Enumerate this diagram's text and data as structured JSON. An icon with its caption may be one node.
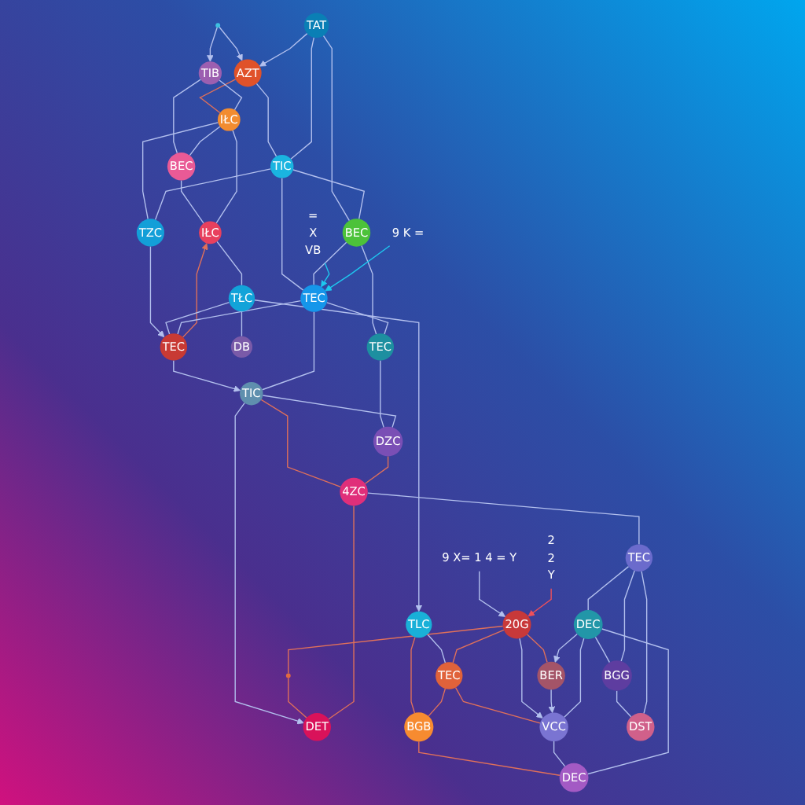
{
  "diagram": {
    "nodes": [
      {
        "text": [
          "AZT"
        ]
      },
      {
        "text": [],
        "shape": "circle"
      },
      {
        "text": [
          "TAT"
        ]
      },
      {
        "text": [
          "TIB"
        ]
      },
      {
        "text": [
          "TIC"
        ]
      },
      {
        "text": [
          "IŁC"
        ]
      },
      {
        "text": [
          "BEC"
        ]
      },
      {
        "text": [
          "BEC"
        ]
      },
      {
        "text": [
          "TZC"
        ]
      },
      {
        "text": [
          "=",
          "X",
          "VB"
        ]
      },
      {
        "text": [
          "TEC"
        ]
      },
      {
        "text": [
          "IŁC"
        ]
      },
      {
        "text": [
          "TEC"
        ]
      },
      {
        "text": [
          "9 K ="
        ]
      },
      {
        "text": [
          "TŁC"
        ]
      },
      {
        "text": [
          "DB"
        ]
      },
      {
        "text": [
          "TEC"
        ]
      },
      {
        "text": [
          "TIC"
        ]
      },
      {
        "text": [
          "DZC"
        ]
      },
      {
        "text": [
          "9 X= 1 4 = Y"
        ]
      },
      {
        "text": [
          "20G"
        ]
      },
      {
        "text": [
          "2",
          "2",
          "Y"
        ]
      },
      {
        "text": [
          "TLC"
        ]
      },
      {
        "text": [],
        "shape": "circle"
      },
      {
        "text": [
          "TEC"
        ]
      },
      {
        "text": [
          "4ZC"
        ]
      },
      {
        "text": [
          "BER"
        ]
      },
      {
        "text": [
          "DET"
        ]
      },
      {
        "text": [
          "TEC"
        ]
      },
      {
        "text": [
          "BGB"
        ]
      },
      {
        "text": [
          "VCC"
        ]
      },
      {
        "text": [
          "DEC"
        ]
      },
      {
        "text": [
          "DEC"
        ]
      },
      {
        "text": [
          "BGG"
        ]
      },
      {
        "text": [
          "DST"
        ]
      }
    ],
    "edges": [
      {
        "from": 1,
        "to": 3,
        "arrow": "to"
      },
      {
        "from": 1,
        "to": 0,
        "arrow": "to"
      },
      {
        "from": 0,
        "to": 5,
        "arrow": "none",
        "color": "#e0705a"
      },
      {
        "from": 3,
        "to": 5,
        "arrow": "none"
      },
      {
        "from": 3,
        "to": 7,
        "arrow": "none"
      },
      {
        "from": 5,
        "to": 7,
        "arrow": "none"
      },
      {
        "from": 7,
        "to": 11,
        "arrow": "none"
      },
      {
        "from": 5,
        "to": 11,
        "arrow": "none"
      },
      {
        "from": 5,
        "to": 8,
        "arrow": "none"
      },
      {
        "from": 4,
        "to": 8,
        "arrow": "none"
      },
      {
        "from": 2,
        "to": 0,
        "arrow": "to"
      },
      {
        "from": 0,
        "to": 4,
        "arrow": "none"
      },
      {
        "from": 2,
        "to": 4,
        "arrow": "none"
      },
      {
        "from": 2,
        "to": 6,
        "arrow": "none"
      },
      {
        "from": 4,
        "to": 6,
        "arrow": "none"
      },
      {
        "from": 4,
        "to": 10,
        "arrow": "none"
      },
      {
        "from": 6,
        "to": 10,
        "arrow": "none"
      },
      {
        "from": 6,
        "to": 12,
        "arrow": "none"
      },
      {
        "from": 10,
        "to": 12,
        "arrow": "none"
      },
      {
        "from": 9,
        "to": 10,
        "arrow": "to",
        "color": "#1ec8f0"
      },
      {
        "from": 8,
        "to": 16,
        "arrow": "to"
      },
      {
        "from": 16,
        "to": 11,
        "arrow": "to",
        "color": "#e0705a"
      },
      {
        "from": 11,
        "to": 14,
        "arrow": "none"
      },
      {
        "from": 14,
        "to": 15,
        "arrow": "none"
      },
      {
        "from": 14,
        "to": 16,
        "arrow": "none"
      },
      {
        "from": 14,
        "to": 22,
        "arrow": "to"
      },
      {
        "from": 13,
        "to": 10,
        "arrow": "to",
        "color": "#1ec8f0"
      },
      {
        "from": 10,
        "to": 16,
        "arrow": "none"
      },
      {
        "from": 16,
        "to": 17,
        "arrow": "to"
      },
      {
        "from": 10,
        "to": 17,
        "arrow": "none"
      },
      {
        "from": 12,
        "to": 18,
        "arrow": "none"
      },
      {
        "from": 17,
        "to": 18,
        "arrow": "none"
      },
      {
        "from": 17,
        "to": 25,
        "arrow": "none",
        "color": "#e0705a"
      },
      {
        "from": 18,
        "to": 25,
        "arrow": "none",
        "color": "#e0705a"
      },
      {
        "from": 17,
        "to": 27,
        "arrow": "to"
      },
      {
        "from": 19,
        "to": 20,
        "arrow": "to"
      },
      {
        "from": 21,
        "to": 20,
        "arrow": "to",
        "color": "#f0505a"
      },
      {
        "from": 22,
        "to": 24,
        "arrow": "none"
      },
      {
        "from": 22,
        "to": 29,
        "arrow": "none",
        "color": "#e0705a"
      },
      {
        "from": 24,
        "to": 29,
        "arrow": "none",
        "color": "#e0705a"
      },
      {
        "from": 20,
        "to": 24,
        "arrow": "none",
        "color": "#e0705a"
      },
      {
        "from": 24,
        "to": 30,
        "arrow": "none",
        "color": "#e0705a"
      },
      {
        "from": 20,
        "to": 30,
        "arrow": "to"
      },
      {
        "from": 20,
        "to": 26,
        "arrow": "none",
        "color": "#e0705a"
      },
      {
        "from": 20,
        "to": 23,
        "arrow": "none",
        "color": "#e0705a"
      },
      {
        "from": 23,
        "to": 27,
        "arrow": "none",
        "color": "#e0705a"
      },
      {
        "from": 26,
        "to": 30,
        "arrow": "to"
      },
      {
        "from": 25,
        "to": 27,
        "arrow": "none",
        "color": "#e0705a"
      },
      {
        "from": 25,
        "to": 28,
        "arrow": "none"
      },
      {
        "from": 29,
        "to": 31,
        "arrow": "none",
        "color": "#e0705a"
      },
      {
        "from": 30,
        "to": 31,
        "arrow": "none"
      },
      {
        "from": 30,
        "to": 32,
        "arrow": "none"
      },
      {
        "from": 31,
        "to": 32,
        "arrow": "none"
      },
      {
        "from": 32,
        "to": 26,
        "arrow": "to"
      },
      {
        "from": 28,
        "to": 32,
        "arrow": "none"
      },
      {
        "from": 32,
        "to": 33,
        "arrow": "none"
      },
      {
        "from": 28,
        "to": 33,
        "arrow": "none"
      },
      {
        "from": 33,
        "to": 34,
        "arrow": "none"
      },
      {
        "from": 28,
        "to": 34,
        "arrow": "none"
      }
    ]
  }
}
